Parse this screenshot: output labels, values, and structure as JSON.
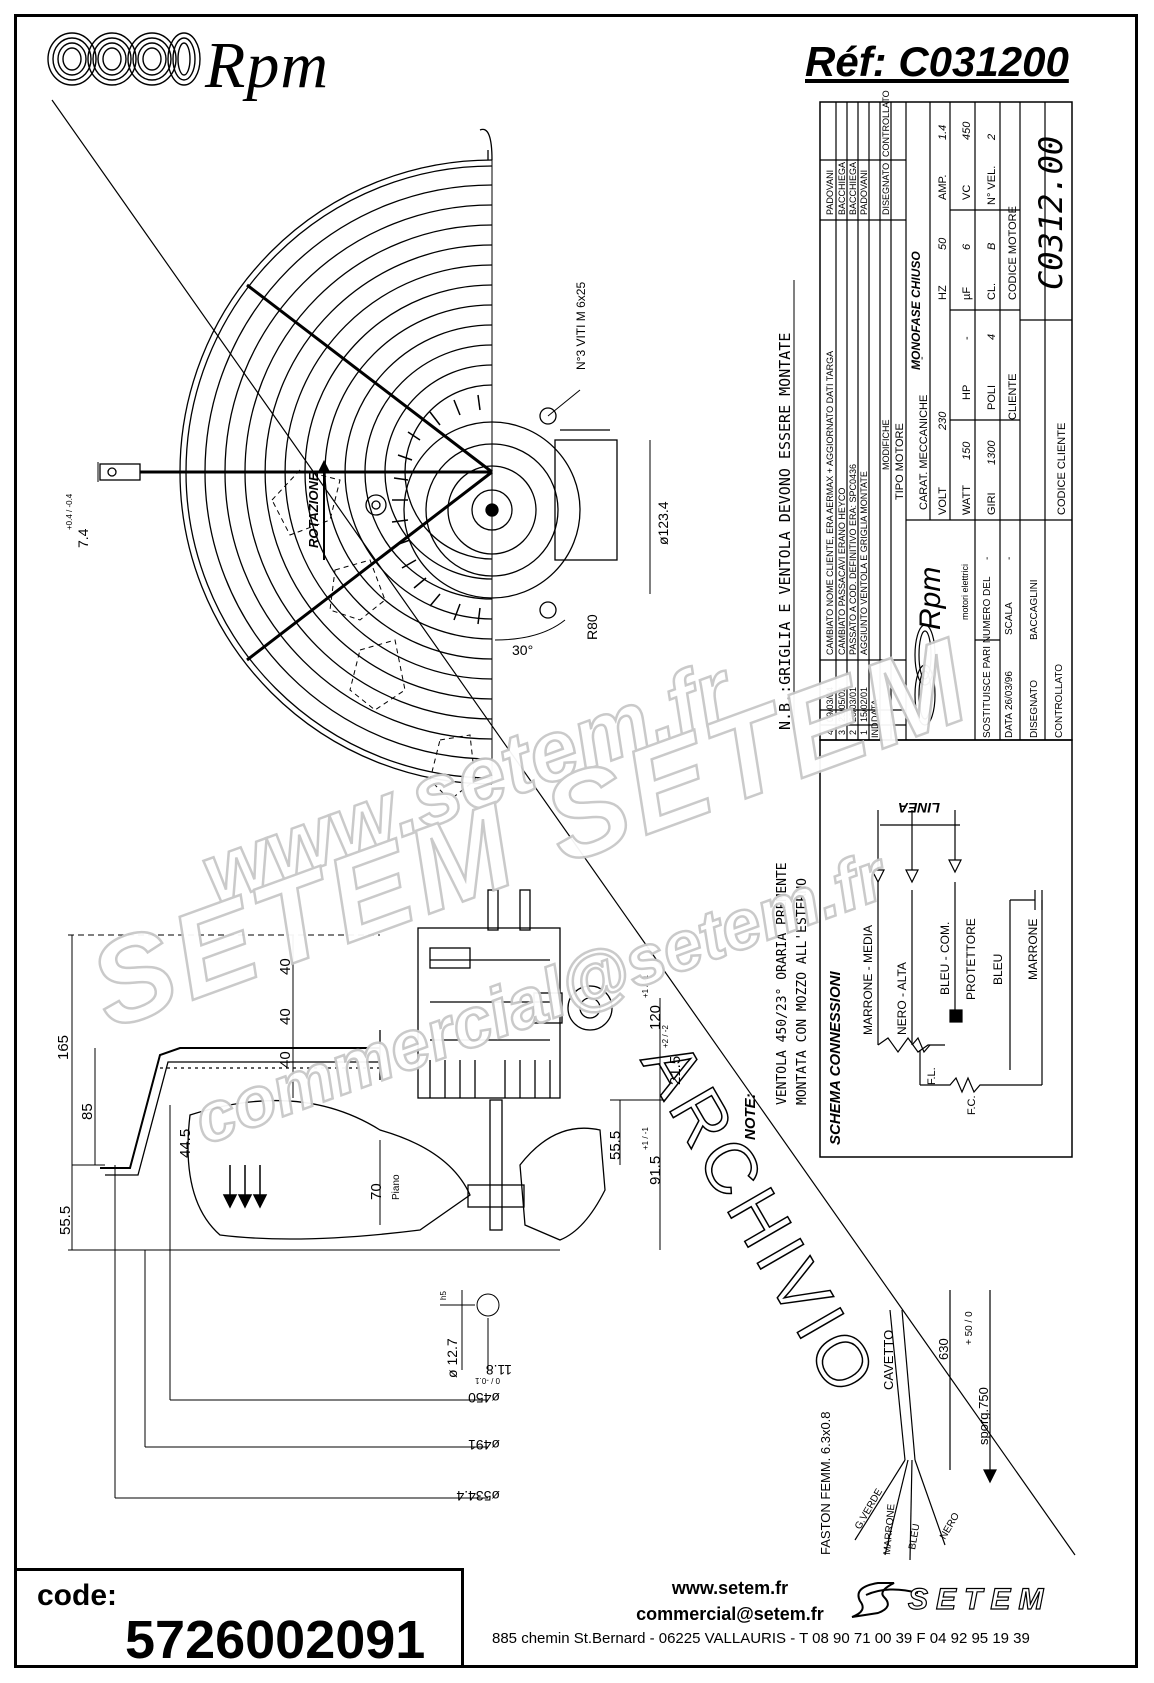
{
  "header": {
    "brand": "Rpm",
    "reference": "Réf:  C031200"
  },
  "drawing": {
    "title_block": {
      "revisions": [
        {
          "ind": "4",
          "date": "09/03/04",
          "change": "CAMBIATO NOME CLIENTE, ERA AERMAX + AGGIORNATO DATI TARGA",
          "drawn": "PADOVANI"
        },
        {
          "ind": "3",
          "date": "23/05/02",
          "change": "CAMBIATO PASSACAVI ERANO HEYCO",
          "drawn": "BACCHIEGA"
        },
        {
          "ind": "2",
          "date": "20/03/01",
          "change": "PASSATO A COD. DEFINITIVO ERA: SPC0436",
          "drawn": "BACCHIEGA"
        },
        {
          "ind": "1",
          "date": "15/02/01",
          "change": "AGGIUNTO VENTOLA E GRIGLIA MONTATE",
          "drawn": "PADOVANI"
        }
      ],
      "rev_header": {
        "ind": "IND",
        "date": "DATA",
        "change": "MODIFICHE",
        "drawn": "DISEGNATO",
        "checked": "CONTROLLATO"
      },
      "motor_type_label": "TIPO MOTORE",
      "motor_type": "MONOFASE CHIUSO",
      "mech_label": "CARAT. MECCANICHE",
      "mech_value": "-",
      "specs": [
        {
          "k1": "VOLT",
          "v1": "230",
          "k2": "HZ",
          "v2": "50",
          "k3": "AMP.",
          "v3": "1.4"
        },
        {
          "k1": "WATT",
          "v1": "150",
          "k2": "HP",
          "v2": "-",
          "k3": "µF",
          "v3": "6",
          "k4": "VC",
          "v4": "450"
        },
        {
          "k1": "GIRI",
          "v1": "1300",
          "k2": "POLI",
          "v2": "4",
          "k3": "CL.",
          "v3": "B",
          "k4": "N° VEL.",
          "v4": "2"
        }
      ],
      "client_label": "CLIENTE",
      "motor_code_label": "CODICE MOTORE",
      "motor_code": "C0312.00",
      "client_code_label": "CODICE CLIENTE",
      "company": "Rpm",
      "company_sub": "motori elettrici",
      "replaces_label": "SOSTITUISCE PARI NUMERO DEL",
      "replaces_value": "-",
      "date_label": "DATA",
      "date_value": "26/03/96",
      "scale_label": "SCALA",
      "scale_value": "-",
      "drawn_label": "DISEGNATO",
      "drawn_value": "BACCAGLINI",
      "checked_label": "CONTROLLATO"
    },
    "notes": {
      "nb": "N.B.:GRIGLIA E VENTOLA DEVONO ESSERE MONTATE",
      "fan_line1": "VENTOLA  450/23° ORARIA PREMENTE",
      "fan_line2": "MONTATA CON MOZZO ALL'ESTERNO",
      "note_label": "NOTE:",
      "screws": "N°3 VITI M 6x25",
      "rotation": "ROTAZIONE"
    },
    "wiring": {
      "title": "SCHEMA CONNESSIONI",
      "line": "LINEA",
      "marrone_media": "MARRONE - MEDIA",
      "nero_alta": "NERO - ALTA",
      "bleu_com": "BLEU - COM.",
      "protettore": "PROTETTORE",
      "bleu": "BLEU",
      "marrone": "MARRONE",
      "fl": "F.L.",
      "fc": "F.C."
    },
    "cable": {
      "cavetto": "CAVETTO",
      "faston": "FASTON FEMM. 6.3x0.8",
      "gverde": "G.VERDE",
      "marrone": "MARRONE",
      "bleu": "BLEU",
      "nero": "NERO",
      "length": "630",
      "sporg": "sporg.750",
      "tol": "+ 50 / 0"
    },
    "dimensions": {
      "d123": "ø123.4",
      "r80": "R80",
      "a30": "30°",
      "d74": "7.4",
      "d74tol": "+0.4 / -0.4",
      "d165": "165",
      "d85": "85",
      "d555a": "55.5",
      "d445": "44.5",
      "d70": "70",
      "piano": "Piano",
      "d40a": "40",
      "d40b": "40",
      "d40c": "40",
      "d120": "120",
      "d120tol": "+1 / -1",
      "d215": "21.5",
      "d215tol": "+2 / -2",
      "d555b": "55.5",
      "d915": "91.5",
      "d915tol": "+1 / -1",
      "d127": "ø 12.7",
      "d127tol": "h5",
      "d118": "11.8",
      "d118tol": "0 / -0.1",
      "d450": "ø450",
      "d491": "ø491",
      "d534": "ø534.4",
      "archived": "ARCHIVIO"
    }
  },
  "watermark": {
    "line1": "www.setem.fr",
    "line2": "SETEM  SETEM",
    "line3": "commercial@setem.fr"
  },
  "footer": {
    "code_label": "code:",
    "code_value": "5726002091",
    "website": "www.setem.fr",
    "email": "commercial@setem.fr",
    "address": "885 chemin St.Bernard  -  06225 VALLAURIS  -  T 08 90 71 00 39   F 04 92 95 19 39",
    "setem_logo": "SETEM"
  }
}
